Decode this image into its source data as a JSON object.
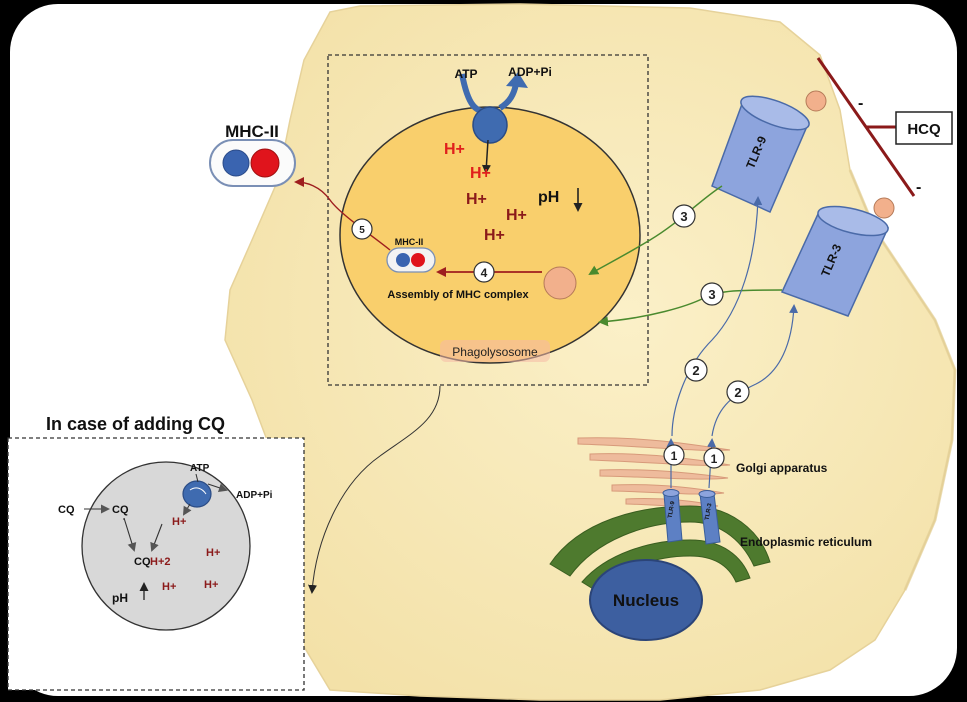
{
  "colors": {
    "background": "#000000",
    "panel": "#ffffff",
    "cell": "#f8ebbd",
    "phagolysosome": "#f9cf6c",
    "receptor": "#8da4dd",
    "receptor_stroke": "#4a6aa8",
    "golgi": "#eebb9c",
    "er": "#4e7a2e",
    "nucleus": "#3d5fa0",
    "pump": "#3f6bb0",
    "mhc_blue": "#3a64b0",
    "mhc_red": "#e0141c",
    "antigen": "#f2b08c",
    "arrow_green": "#4a8a2e",
    "arrow_red": "#9e1e1e",
    "hcq_bar": "#8b1a1a",
    "cq_vesicle": "#d8d8d8",
    "h_plus_bright": "#e0201c",
    "h_plus_dark": "#8b1a1a"
  },
  "icons": {
    "proton_pump": "proton-pump-icon",
    "receptor": "tlr-cylinder-icon",
    "antigen": "antigen-ball-icon",
    "mhc": "mhc-two-subunit-icon"
  },
  "labels": {
    "mhc_ii": "MHC-II",
    "mhc_ii_small": "MHC-II",
    "assembly": "Assembly of MHC complex",
    "phagolysosome": "Phagolysosome",
    "atp": "ATP",
    "adp_pi": "ADP+Pi",
    "ph": "pH",
    "tlr9": "TLR-9",
    "tlr3": "TLR-3",
    "tlr9_small": "TLR-9",
    "tlr3_small": "TLR-3",
    "hcq": "HCQ",
    "minus": "-",
    "golgi": "Golgi apparatus",
    "er": "Endoplasmic reticulum",
    "nucleus": "Nucleus",
    "cq_title": "In case of adding CQ",
    "cq": "CQ",
    "cq_inner": "CQ",
    "cqh2_prefix": "CQ",
    "cqh2_suffix": "H+2",
    "atp_small": "ATP",
    "adp_pi_small": "ADP+Pi",
    "ph_small": "pH"
  },
  "h_plus": "H+",
  "steps": {
    "s1": "1",
    "s2": "2",
    "s3": "3",
    "s4": "4",
    "s5": "5"
  }
}
